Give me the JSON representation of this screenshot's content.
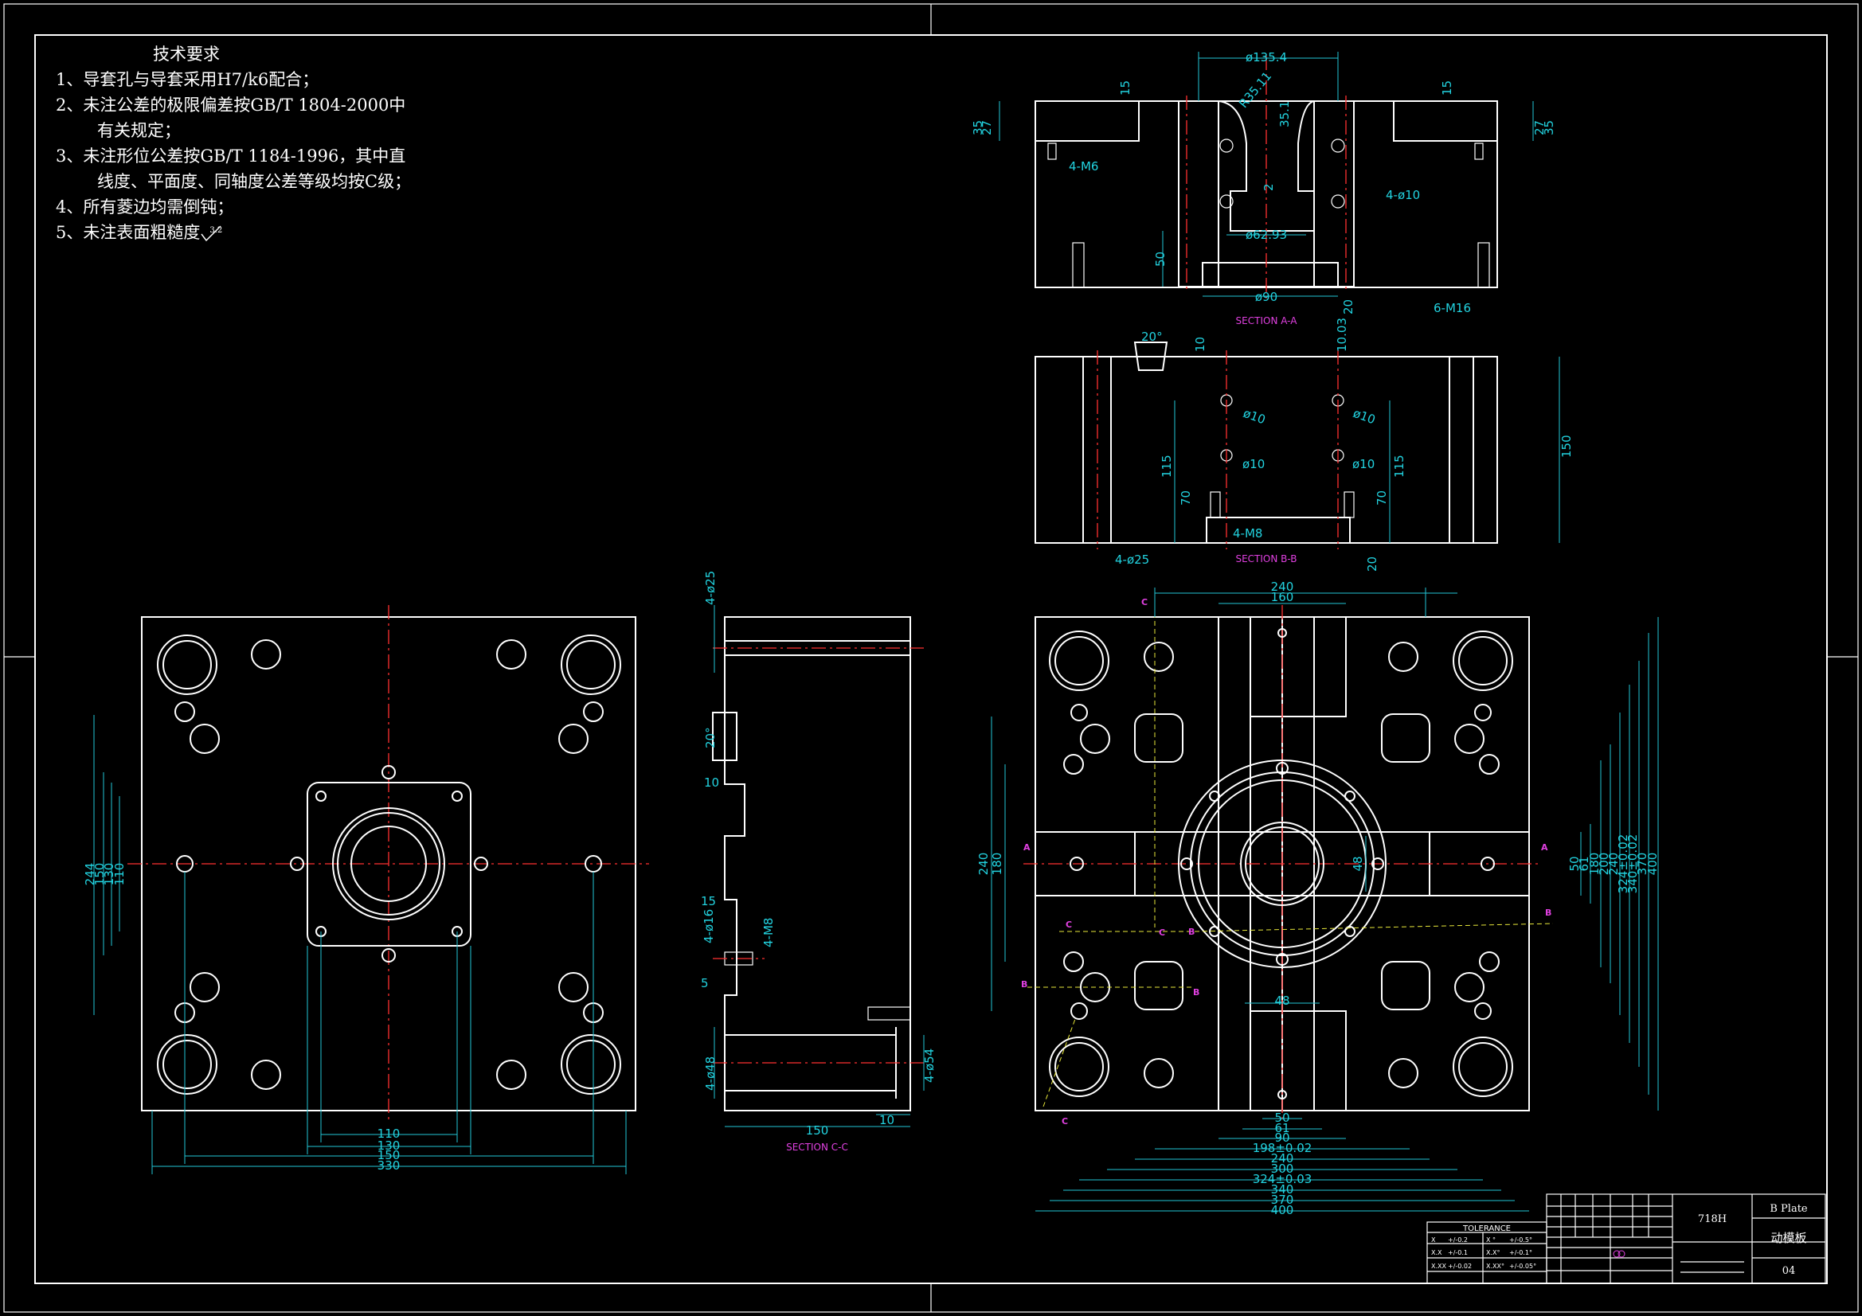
{
  "notes": {
    "title": "技术要求",
    "lines": [
      "1、导套孔与导套采用H7/k6配合；",
      "2、未注公差的极限偏差按GB/T 1804-2000中",
      "有关规定；",
      "3、未注形位公差按GB/T 1184-1996，其中直",
      "线度、平面度、同轴度公差等级均按C级；",
      "4、所有菱边均需倒钝；",
      "5、未注表面粗糙度"
    ],
    "roughness_value": "3.2"
  },
  "section_labels": {
    "aa": "SECTION A-A",
    "bb": "SECTION B-B",
    "cc": "SECTION C-C"
  },
  "dims": {
    "aa": {
      "d1": "ø135.4",
      "r": "R35.11",
      "d2": "35.1",
      "d3": "ø62.93",
      "d4": "ø90",
      "d5": "6-M16",
      "d6": "4-M6",
      "d7": "4-ø10",
      "h1": "15",
      "h2": "27",
      "h3": "35",
      "h4": "50",
      "h5": "20",
      "h6": "2"
    },
    "bb": {
      "a": "20°",
      "b": "10",
      "c": "10.03",
      "d": "ø10",
      "e": "150",
      "f": "115",
      "g": "70",
      "h": "4-M8",
      "i": "4-ø25",
      "j": "20"
    },
    "cc": {
      "a": "4-ø25",
      "b": "20°",
      "c": "10",
      "d": "15",
      "e": "4-ø16",
      "f": "4-M8",
      "g": "5",
      "h": "4-ø48",
      "i": "4-ø54",
      "j": "150",
      "k": "10"
    },
    "left": {
      "a": "244",
      "b": "150",
      "c": "130",
      "d": "110",
      "e": "110",
      "f": "130",
      "g": "150",
      "h": "330"
    },
    "right_top": {
      "a": "240",
      "b": "160"
    },
    "right_left": {
      "a": "240",
      "b": "180"
    },
    "right_center": {
      "a": "48",
      "b": "48"
    },
    "right_side": [
      "50",
      "61",
      "180",
      "200",
      "240",
      "324±0.02",
      "340±0.02",
      "370",
      "400"
    ],
    "right_bottom": [
      "50",
      "61",
      "90",
      "198±0.02",
      "240",
      "300",
      "324±0.03",
      "340",
      "370",
      "400"
    ],
    "markers": {
      "a": "A",
      "b": "B",
      "c": "C"
    }
  },
  "title_block": {
    "tolerance_title": "TOLERANCE",
    "tol_rows": [
      [
        "X",
        "+/-0.2",
        "X °",
        "+/-0.5°"
      ],
      [
        "X.X",
        "+/-0.1",
        "X.X°",
        "+/-0.1°"
      ],
      [
        "X.XX",
        "+/-0.02",
        "X.XX°",
        "+/-0.05°"
      ]
    ],
    "material": "718H",
    "name_en": "B Plate",
    "name_cn": "动模板",
    "number": "04"
  },
  "colors": {
    "outline": "#ffffff",
    "center_line": "#ff3030",
    "dimension": "#22c6d6",
    "label": "#e040e0",
    "marker": "#e8e83a"
  }
}
